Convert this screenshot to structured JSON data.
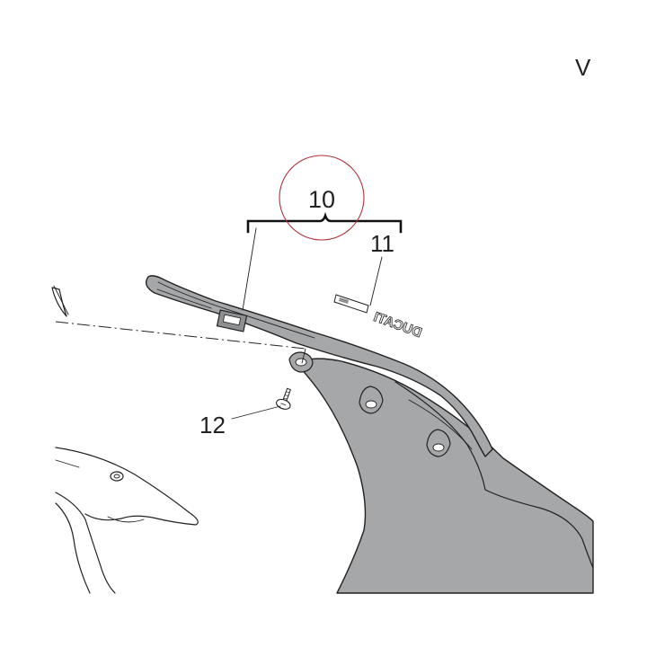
{
  "page_marker": "V",
  "parts": [
    {
      "id": "10",
      "label": "10",
      "part": "windscreen",
      "highlighted": true
    },
    {
      "id": "11",
      "label": "11",
      "part": "decal",
      "decal_text": "DUCATI"
    },
    {
      "id": "12",
      "label": "12",
      "part": "screw"
    }
  ],
  "colors": {
    "line": "#222222",
    "part_fill": "#a6a7a9",
    "part_fill_dark": "#8e8f91",
    "highlight_circle": "#b0303a",
    "background": "#ffffff"
  }
}
